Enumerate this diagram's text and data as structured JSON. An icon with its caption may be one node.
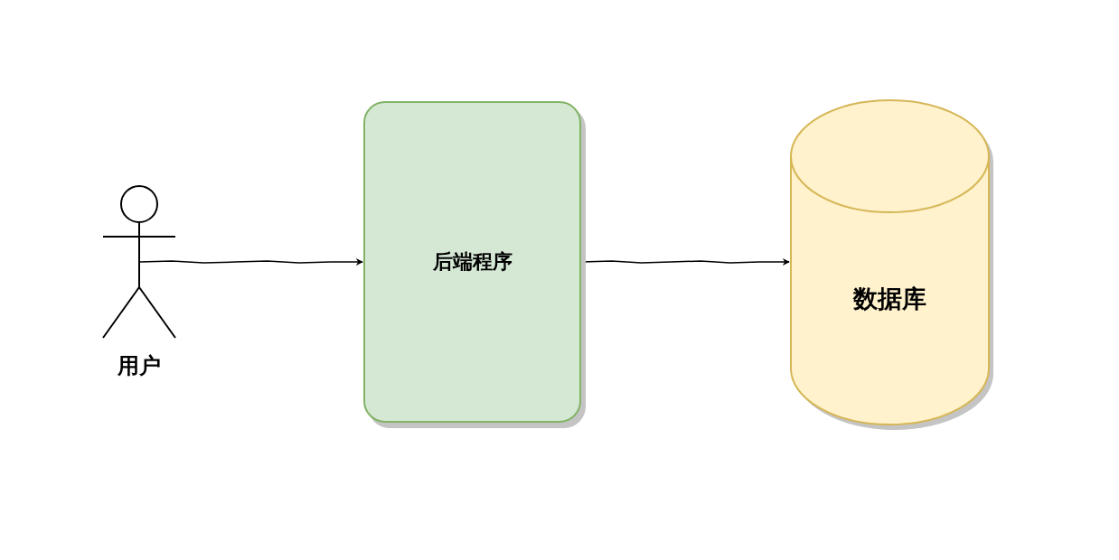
{
  "diagram": {
    "nodes": [
      {
        "text": [
          "用户"
        ]
      },
      {
        "text": [
          "后端程序"
        ]
      },
      {
        "text": [
          "数据库"
        ]
      }
    ],
    "edges": [
      {
        "from": 0,
        "to": 1,
        "arrow": "to"
      },
      {
        "from": 1,
        "to": 2,
        "arrow": "to"
      }
    ]
  }
}
